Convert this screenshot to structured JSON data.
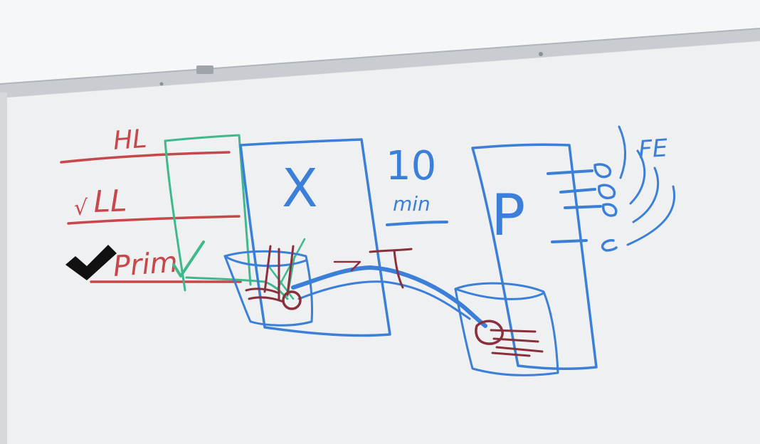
{
  "colors": {
    "wall": "#f5f6f7",
    "board": "#eef0f1",
    "tray": "#c9cdd1",
    "marker_red": "#c8474b",
    "marker_blue": "#3b7fd8",
    "marker_green": "#3fb98b",
    "marker_dark": "#8a2f3c",
    "check_mark": "#111111"
  },
  "whiteboard": {
    "levels": {
      "hl": "HL",
      "ll": "LL",
      "prim": "Prim",
      "tick": "√"
    },
    "block_x": "X",
    "time": {
      "value": "10",
      "unit": "min"
    },
    "block_p": "P",
    "fe": "FE",
    "check_icon": "check-mark-icon"
  }
}
